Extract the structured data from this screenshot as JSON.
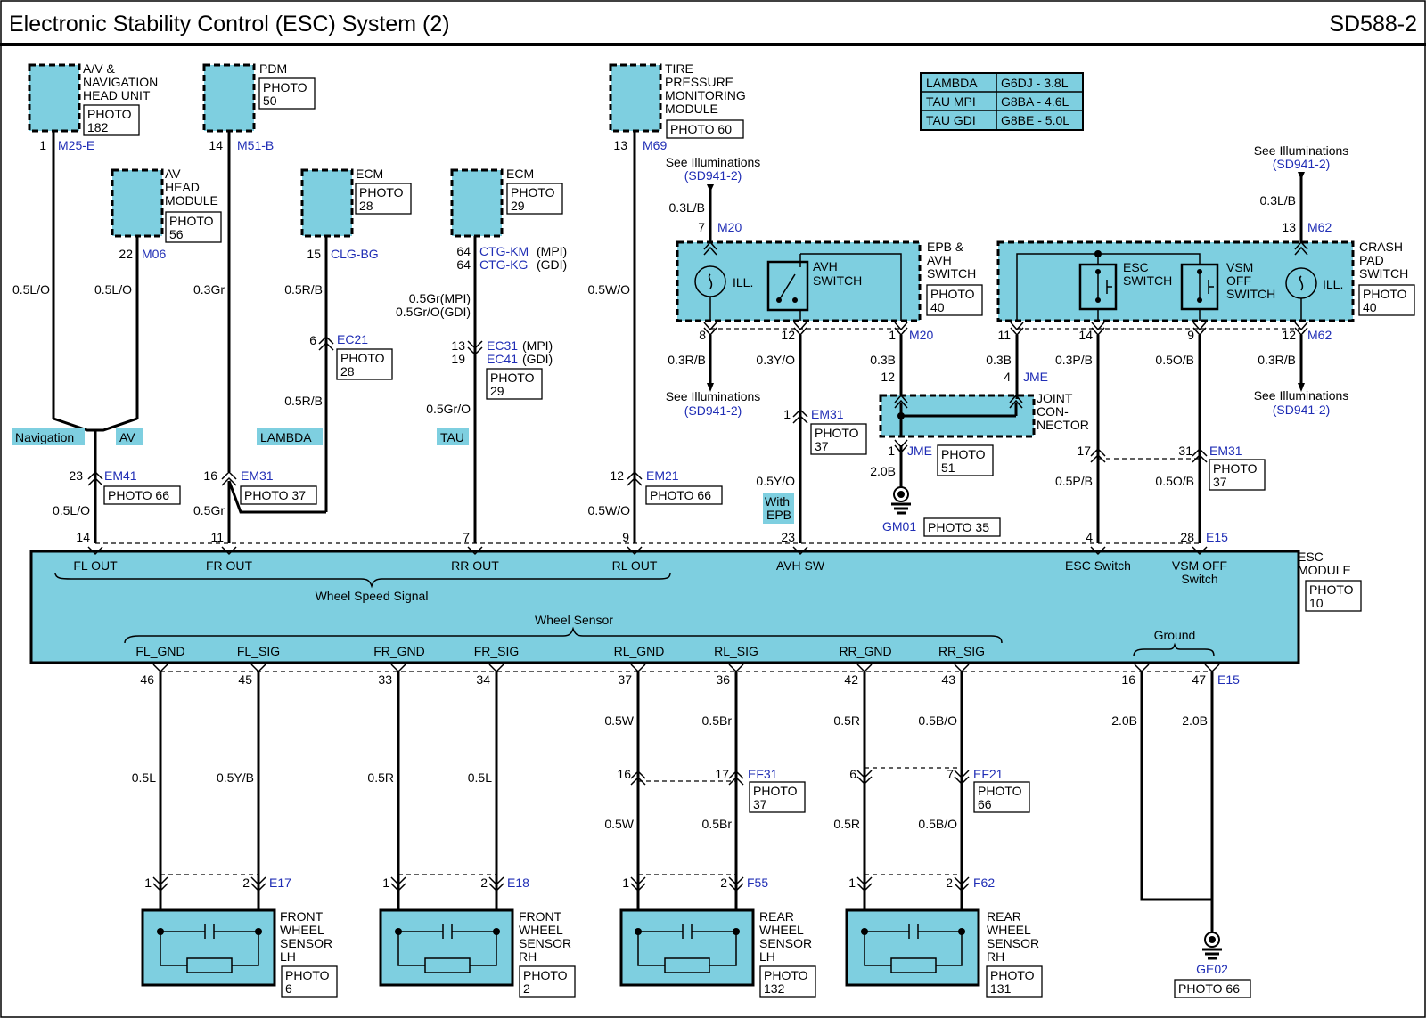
{
  "header": {
    "title": "Electronic Stability Control (ESC) System (2)",
    "code": "SD588-2"
  },
  "variant_table": [
    [
      "LAMBDA",
      "G6DJ - 3.8L"
    ],
    [
      "TAU MPI",
      "G8BA - 4.6L"
    ],
    [
      "TAU GDI",
      "G8BE - 5.0L"
    ]
  ],
  "top_components": {
    "av_nav": {
      "name": [
        "A/V &",
        "NAVIGATION",
        "HEAD UNIT"
      ],
      "photo": [
        "PHOTO",
        "182"
      ],
      "pin": "1",
      "conn": "M25-E",
      "wire": "0.5L/O"
    },
    "pdm": {
      "name": [
        "PDM"
      ],
      "photo": [
        "PHOTO",
        "50"
      ],
      "pin": "14",
      "conn": "M51-B",
      "wire": "0.3Gr"
    },
    "av_head": {
      "name": [
        "AV",
        "HEAD",
        "MODULE"
      ],
      "photo": [
        "PHOTO",
        "56"
      ],
      "pin": "22",
      "conn": "M06",
      "wire": "0.5L/O"
    },
    "ecm1": {
      "name": [
        "ECM"
      ],
      "photo": [
        "PHOTO",
        "28"
      ],
      "pin": "15",
      "conn": "CLG-BG",
      "wire": "0.5R/B"
    },
    "ecm2": {
      "name": [
        "ECM"
      ],
      "photo": [
        "PHOTO",
        "29"
      ],
      "pins": [
        "64",
        "64"
      ],
      "conns": [
        "CTG-KM",
        "CTG-KG"
      ],
      "conn_suffix": [
        "(MPI)",
        "(GDI)"
      ],
      "wires": [
        "0.5Gr(MPI)",
        "0.5Gr/O(GDI)"
      ]
    },
    "tpms": {
      "name": [
        "TIRE",
        "PRESSURE",
        "MONITORING",
        "MODULE"
      ],
      "photo": "PHOTO 60",
      "pin": "13",
      "conn": "M69",
      "wire": "0.5W/O"
    }
  },
  "inline_connectors": {
    "ec21": {
      "pin": "6",
      "conn": "EC21",
      "photo": [
        "PHOTO",
        "28"
      ],
      "wire_below": "0.5R/B"
    },
    "ec31": {
      "pins": [
        "13",
        "19"
      ],
      "conns": [
        "EC31",
        "EC41"
      ],
      "suffix": [
        "(MPI)",
        "(GDI)"
      ],
      "photo": [
        "PHOTO",
        "29"
      ],
      "wire_below": "0.5Gr/O"
    },
    "em41": {
      "pin": "23",
      "conn": "EM41",
      "photo": "PHOTO 66",
      "wire_below": "0.5L/O"
    },
    "em31a": {
      "pin": "16",
      "conn": "EM31",
      "photo": "PHOTO 37",
      "wire_below": "0.5Gr"
    },
    "em21": {
      "pin": "12",
      "conn": "EM21",
      "photo": "PHOTO 66",
      "wire_below": "0.5W/O"
    }
  },
  "variant_tags": {
    "navigation": "Navigation",
    "av": "AV",
    "lambda": "LAMBDA",
    "tau": "TAU",
    "with_epb": [
      "With",
      "EPB"
    ]
  },
  "epb_switch": {
    "name": [
      "EPB &",
      "AVH",
      "SWITCH"
    ],
    "photo": [
      "PHOTO",
      "40"
    ],
    "ill": "ILL.",
    "avh": [
      "AVH",
      "SWITCH"
    ],
    "see_top": [
      "See Illuminations",
      "(SD941-2)"
    ],
    "see_bottom": [
      "See Illuminations",
      "(SD941-2)"
    ],
    "pin_top": "7",
    "conn_top": "M20",
    "wire_top": "0.3L/B",
    "pin8": "8",
    "pin12": "12",
    "pin1": "1",
    "conn_bottom": "M20",
    "wire8": "0.3R/B",
    "wire12": "0.3Y/O",
    "wire1": "0.3B"
  },
  "crash_pad": {
    "name": [
      "CRASH",
      "PAD",
      "SWITCH"
    ],
    "photo": [
      "PHOTO",
      "40"
    ],
    "esc": [
      "ESC",
      "SWITCH"
    ],
    "vsm": [
      "VSM",
      "OFF",
      "SWITCH"
    ],
    "ill": "ILL.",
    "see_top": [
      "See Illuminations",
      "(SD941-2)"
    ],
    "see_bottom": [
      "See Illuminations",
      "(SD941-2)"
    ],
    "pin_top": "13",
    "conn_top": "M62",
    "wire_top": "0.3L/B",
    "pin11": "11",
    "pin14": "14",
    "pin9": "9",
    "pin12": "12",
    "conn_bottom": "M62",
    "wire11": "0.3B",
    "wire14": "0.3P/B",
    "wire9": "0.5O/B",
    "wire12": "0.3R/B"
  },
  "joint": {
    "name": [
      "JOINT",
      "CON-",
      "NECTOR"
    ],
    "pin12": "12",
    "pin4": "4",
    "conn": "JME",
    "pin1": "1",
    "conn_bottom": "JME",
    "photo": [
      "PHOTO",
      "51"
    ],
    "wire": "2.0B",
    "ground": "GM01",
    "ground_photo": "PHOTO 35"
  },
  "em31_b": {
    "pin": "1",
    "conn": "EM31",
    "photo": [
      "PHOTO",
      "37"
    ],
    "wire_below": "0.5Y/O"
  },
  "em31_c": {
    "pins": [
      "17",
      "31"
    ],
    "conn": "EM31",
    "photo": [
      "PHOTO",
      "37"
    ],
    "wires_below": [
      "0.5P/B",
      "0.5O/B"
    ]
  },
  "esc_module": {
    "name": [
      "ESC",
      "MODULE"
    ],
    "photo": [
      "PHOTO",
      "10"
    ],
    "conn_top": "E15",
    "conn_bottom": "E15",
    "top_pins": [
      "14",
      "11",
      "7",
      "9",
      "23",
      "4",
      "28"
    ],
    "top_labels": [
      "FL OUT",
      "FR OUT",
      "RR OUT",
      "RL OUT",
      "AVH SW",
      "ESC Switch",
      "VSM OFF",
      "Switch"
    ],
    "wheel_speed_signal": "Wheel Speed Signal",
    "wheel_sensor": "Wheel Sensor",
    "ground": "Ground",
    "bottom_labels": [
      "FL_GND",
      "FL_SIG",
      "FR_GND",
      "FR_SIG",
      "RL_GND",
      "RL_SIG",
      "RR_GND",
      "RR_SIG"
    ],
    "bottom_pins": [
      "46",
      "45",
      "33",
      "34",
      "37",
      "36",
      "42",
      "43",
      "16",
      "47"
    ]
  },
  "bottom_wires": {
    "fl": [
      "0.5L",
      "0.5Y/B"
    ],
    "fr": [
      "0.5R",
      "0.5L"
    ],
    "rl_top": [
      "0.5W",
      "0.5Br"
    ],
    "rl_bottom": [
      "0.5W",
      "0.5Br"
    ],
    "rr_top": [
      "0.5R",
      "0.5B/O"
    ],
    "rr_bottom": [
      "0.5R",
      "0.5B/O"
    ],
    "gnd": [
      "2.0B",
      "2.0B"
    ]
  },
  "mid_connectors": {
    "ef31": {
      "pins": [
        "16",
        "17"
      ],
      "conn": "EF31",
      "photo": [
        "PHOTO",
        "37"
      ]
    },
    "ef21": {
      "pins": [
        "6",
        "7"
      ],
      "conn": "EF21",
      "photo": [
        "PHOTO",
        "66"
      ]
    }
  },
  "sensors": [
    {
      "name": [
        "FRONT",
        "WHEEL",
        "SENSOR",
        "LH"
      ],
      "photo": [
        "PHOTO",
        "6"
      ],
      "pins": [
        "1",
        "2"
      ],
      "conn": "E17"
    },
    {
      "name": [
        "FRONT",
        "WHEEL",
        "SENSOR",
        "RH"
      ],
      "photo": [
        "PHOTO",
        "2"
      ],
      "pins": [
        "1",
        "2"
      ],
      "conn": "E18"
    },
    {
      "name": [
        "REAR",
        "WHEEL",
        "SENSOR",
        "LH"
      ],
      "photo": [
        "PHOTO",
        "132"
      ],
      "pins": [
        "1",
        "2"
      ],
      "conn": "F55"
    },
    {
      "name": [
        "REAR",
        "WHEEL",
        "SENSOR",
        "RH"
      ],
      "photo": [
        "PHOTO",
        "131"
      ],
      "pins": [
        "1",
        "2"
      ],
      "conn": "F62"
    }
  ],
  "ground_ge02": {
    "name": "GE02",
    "photo": "PHOTO 66"
  }
}
